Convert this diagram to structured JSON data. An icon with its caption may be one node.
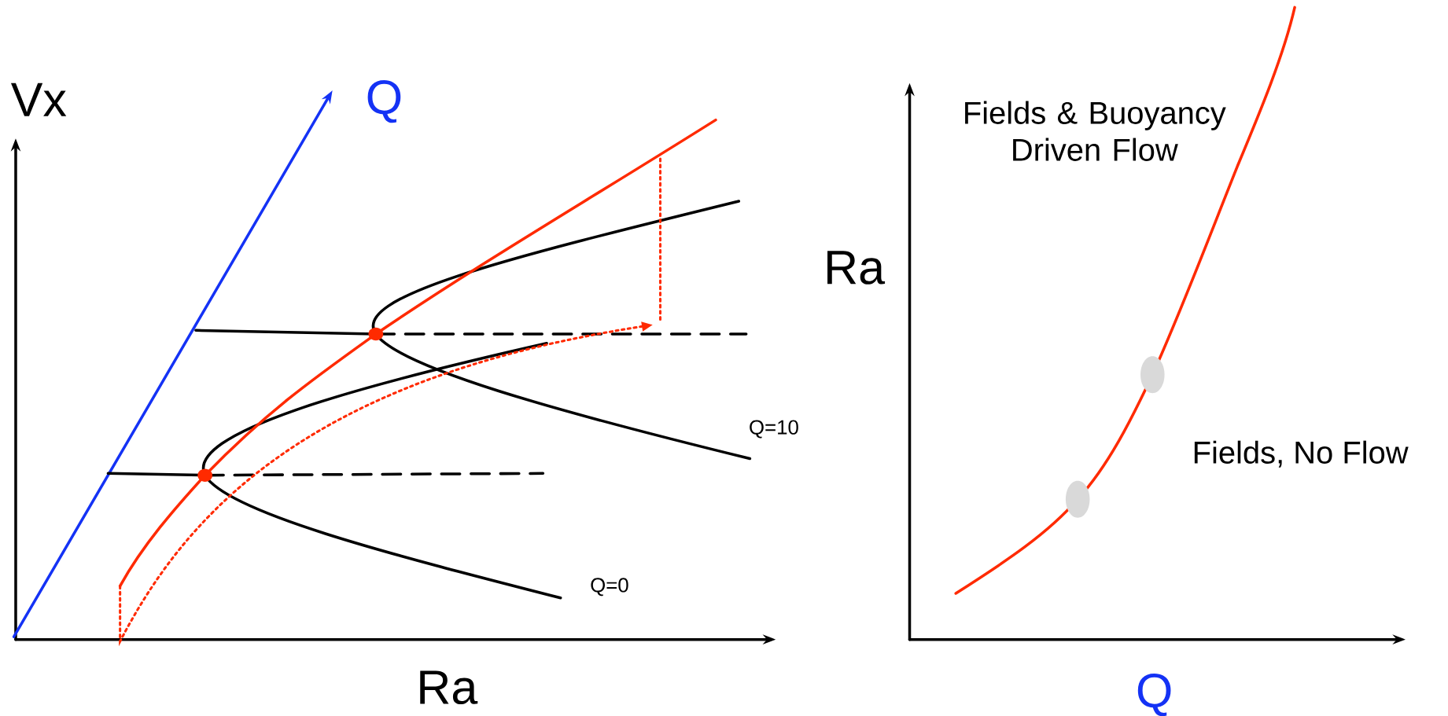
{
  "diagram": {
    "labels": [
      "Vx",
      "Q",
      "Q=10",
      "Q=0",
      "Ra",
      "Ra",
      "Fields & Buoyancy Driven Flow",
      "Fields, No Flow",
      "Q"
    ]
  }
}
